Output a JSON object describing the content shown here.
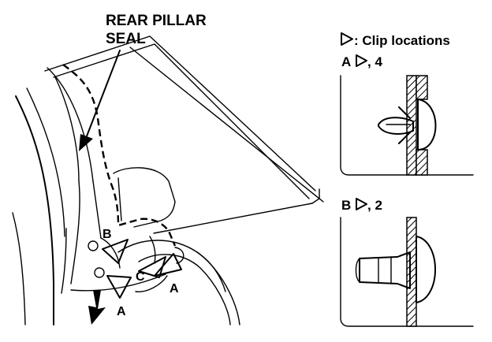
{
  "main_labels": {
    "line1": "REAR PILLAR",
    "line2": "SEAL"
  },
  "clip_labels": {
    "b": "B",
    "c": "C",
    "a_right": "A",
    "a_bottom": "A"
  },
  "legend": {
    "title": ": Clip locations"
  },
  "detail_a": {
    "label": "A",
    "count": ", 4"
  },
  "detail_b": {
    "label": "B",
    "count": ", 2"
  }
}
